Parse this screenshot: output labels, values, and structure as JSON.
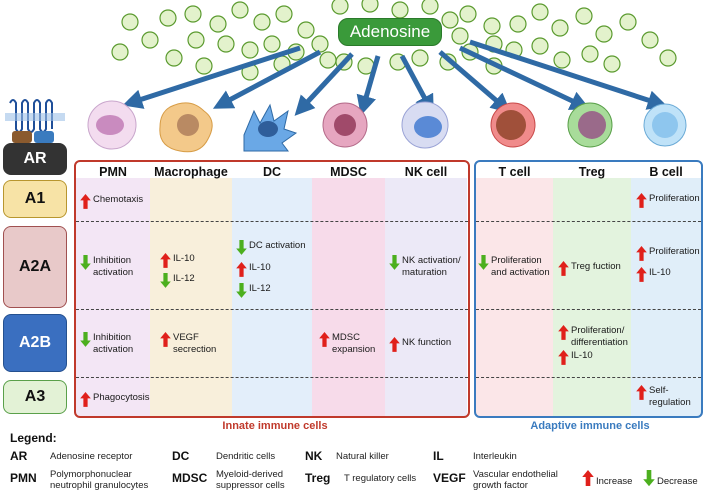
{
  "title": "Adenosine",
  "receptor_header": "AR",
  "receptors": [
    "A1",
    "A2A",
    "A2B",
    "A3"
  ],
  "colors": {
    "adenosine_green": "#3a9a3a",
    "innate_border": "#c0392b",
    "adaptive_border": "#3a7bbf",
    "up_arrow": "#e0201b",
    "down_arrow": "#4caf1e",
    "arrow_blue": "#2f6aa5"
  },
  "columns": [
    {
      "name": "PMN",
      "bg": "#f3e6f5"
    },
    {
      "name": "Macrophage",
      "bg": "#f8efdb"
    },
    {
      "name": "DC",
      "bg": "#e3eefa"
    },
    {
      "name": "MDSC",
      "bg": "#f7dbea"
    },
    {
      "name": "NK cell",
      "bg": "#ece9f7"
    },
    {
      "name": "T cell",
      "bg": "#fbe6e8"
    },
    {
      "name": "Treg",
      "bg": "#e3f3de"
    },
    {
      "name": "B cell",
      "bg": "#e0eef9"
    }
  ],
  "cells": {
    "pmn_a1": {
      "arrow": "up",
      "text": "Chemotaxis"
    },
    "pmn_a2a": {
      "arrow": "down",
      "text": "Inhibition\nactivation"
    },
    "pmn_a2b": {
      "arrow": "down",
      "text": "Inhibition\nactivation"
    },
    "pmn_a3": {
      "arrow": "up",
      "text": "Phagocytosis"
    },
    "mac_a2a_1": {
      "arrow": "up",
      "text": "IL-10"
    },
    "mac_a2a_2": {
      "arrow": "down",
      "text": "IL-12"
    },
    "mac_a2b": {
      "arrow": "up",
      "text": "VEGF\nsecrection"
    },
    "dc_a2a_1": {
      "arrow": "down",
      "text": "DC activation"
    },
    "dc_a2a_2": {
      "arrow": "up",
      "text": "IL-10"
    },
    "dc_a2a_3": {
      "arrow": "down",
      "text": "IL-12"
    },
    "mdsc_a2b": {
      "arrow": "up",
      "text": "MDSC\nexpansion"
    },
    "nk_a2a": {
      "arrow": "down",
      "text": "NK activation/\nmaturation"
    },
    "nk_a2b": {
      "arrow": "up",
      "text": "NK function"
    },
    "t_a2a": {
      "arrow": "down",
      "text": "Proliferation\nand activation"
    },
    "treg_a2a": {
      "arrow": "up",
      "text": "Treg fuction"
    },
    "treg_a2b_1": {
      "arrow": "up",
      "text": "Proliferation/\ndifferentiation"
    },
    "treg_a2b_2": {
      "arrow": "up",
      "text": "IL-10"
    },
    "b_a1": {
      "arrow": "up",
      "text": "Proliferation"
    },
    "b_a2a_1": {
      "arrow": "up",
      "text": "Proliferation"
    },
    "b_a2a_2": {
      "arrow": "up",
      "text": "IL-10"
    },
    "b_a3": {
      "arrow": "up",
      "text": "Self-\nregulation"
    }
  },
  "innate_label": "Innate immune cells",
  "adaptive_label": "Adaptive immune cells",
  "legend": {
    "title": "Legend:",
    "items": [
      {
        "key": "AR",
        "desc": "Adenosine receptor"
      },
      {
        "key": "PMN",
        "desc": "Polymorphonuclear\nneutrophil granulocytes"
      },
      {
        "key": "DC",
        "desc": "Dendritic cells"
      },
      {
        "key": "MDSC",
        "desc": "Myeloid-derived\nsuppressor cells"
      },
      {
        "key": "NK",
        "desc": "Natural killer"
      },
      {
        "key": "Treg",
        "desc": "T regulatory cells"
      },
      {
        "key": "IL",
        "desc": "Interleukin"
      },
      {
        "key": "VEGF",
        "desc": "Vascular endothelial\ngrowth factor"
      }
    ],
    "increase": "Increase",
    "decrease": "Decrease"
  }
}
